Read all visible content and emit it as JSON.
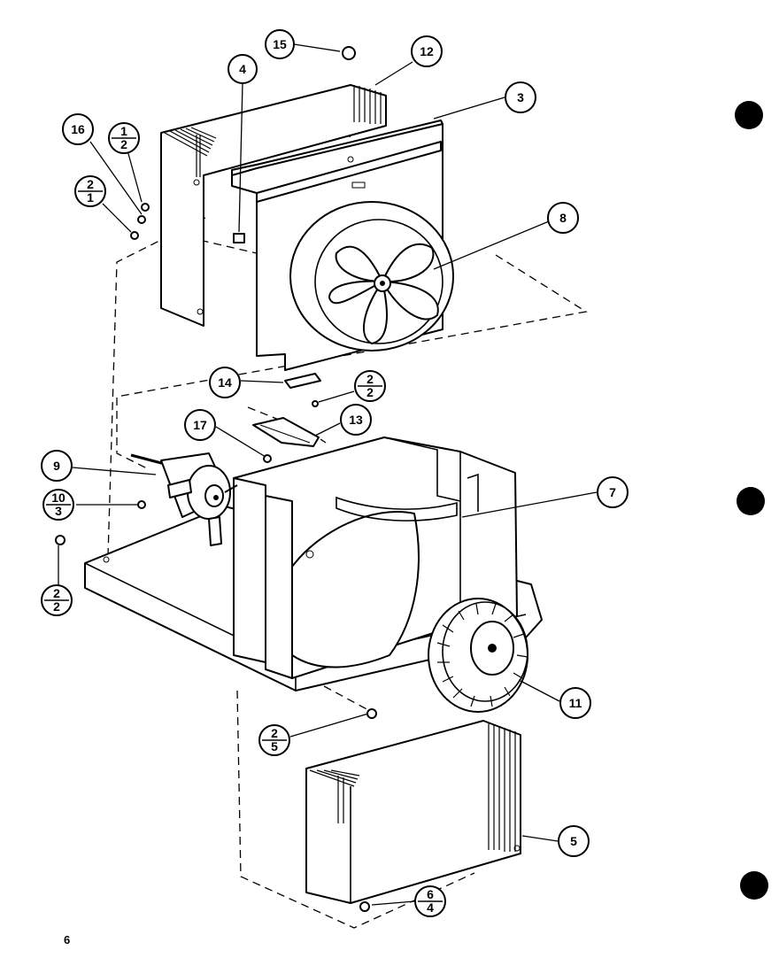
{
  "callouts": [
    {
      "id": "c15",
      "label": "15"
    },
    {
      "id": "c12",
      "label": "12"
    },
    {
      "id": "c3",
      "label": "3"
    },
    {
      "id": "c4",
      "label": "4"
    },
    {
      "id": "c16",
      "label": "16"
    },
    {
      "id": "c8",
      "label": "8"
    },
    {
      "id": "c14",
      "label": "14"
    },
    {
      "id": "c13",
      "label": "13"
    },
    {
      "id": "c17",
      "label": "17"
    },
    {
      "id": "c9",
      "label": "9"
    },
    {
      "id": "c7",
      "label": "7"
    },
    {
      "id": "c11",
      "label": "11"
    },
    {
      "id": "c5",
      "label": "5"
    }
  ],
  "fraction_callouts": [
    {
      "id": "f1-2",
      "top": "1",
      "bottom": "2"
    },
    {
      "id": "f2-1",
      "top": "2",
      "bottom": "1"
    },
    {
      "id": "f2-2a",
      "top": "2",
      "bottom": "2"
    },
    {
      "id": "f10-3",
      "top": "10",
      "bottom": "3"
    },
    {
      "id": "f2-2b",
      "top": "2",
      "bottom": "2"
    },
    {
      "id": "f2-5",
      "top": "2",
      "bottom": "5"
    },
    {
      "id": "f6-4",
      "top": "6",
      "bottom": "4"
    }
  ],
  "page_number": "6"
}
